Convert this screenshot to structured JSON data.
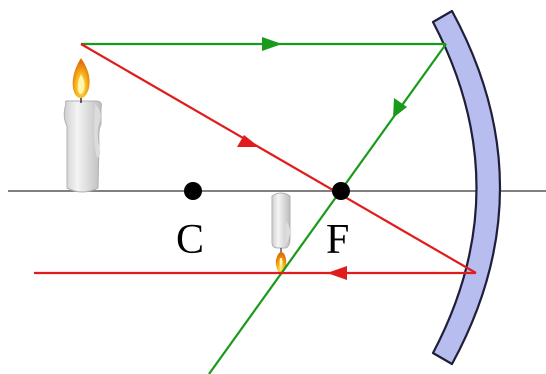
{
  "diagram": {
    "labels": {
      "center_of_curvature": "C",
      "focal_point": "F"
    },
    "colors": {
      "axis": "#808080",
      "incident_ray_parallel": "#1a9a1a",
      "ray_through_focus": "#e01c1c",
      "mirror_fill": "#b8bdf0",
      "mirror_stroke": "#1f1f3a",
      "point": "#000000",
      "candle_body": "#e8e8e8",
      "flame_outer": "#f29d0c",
      "flame_inner": "#ffe35a"
    },
    "objects": {
      "object_candle": "upright-candle-icon",
      "image_candle": "inverted-candle-icon",
      "mirror": "concave-mirror"
    }
  }
}
